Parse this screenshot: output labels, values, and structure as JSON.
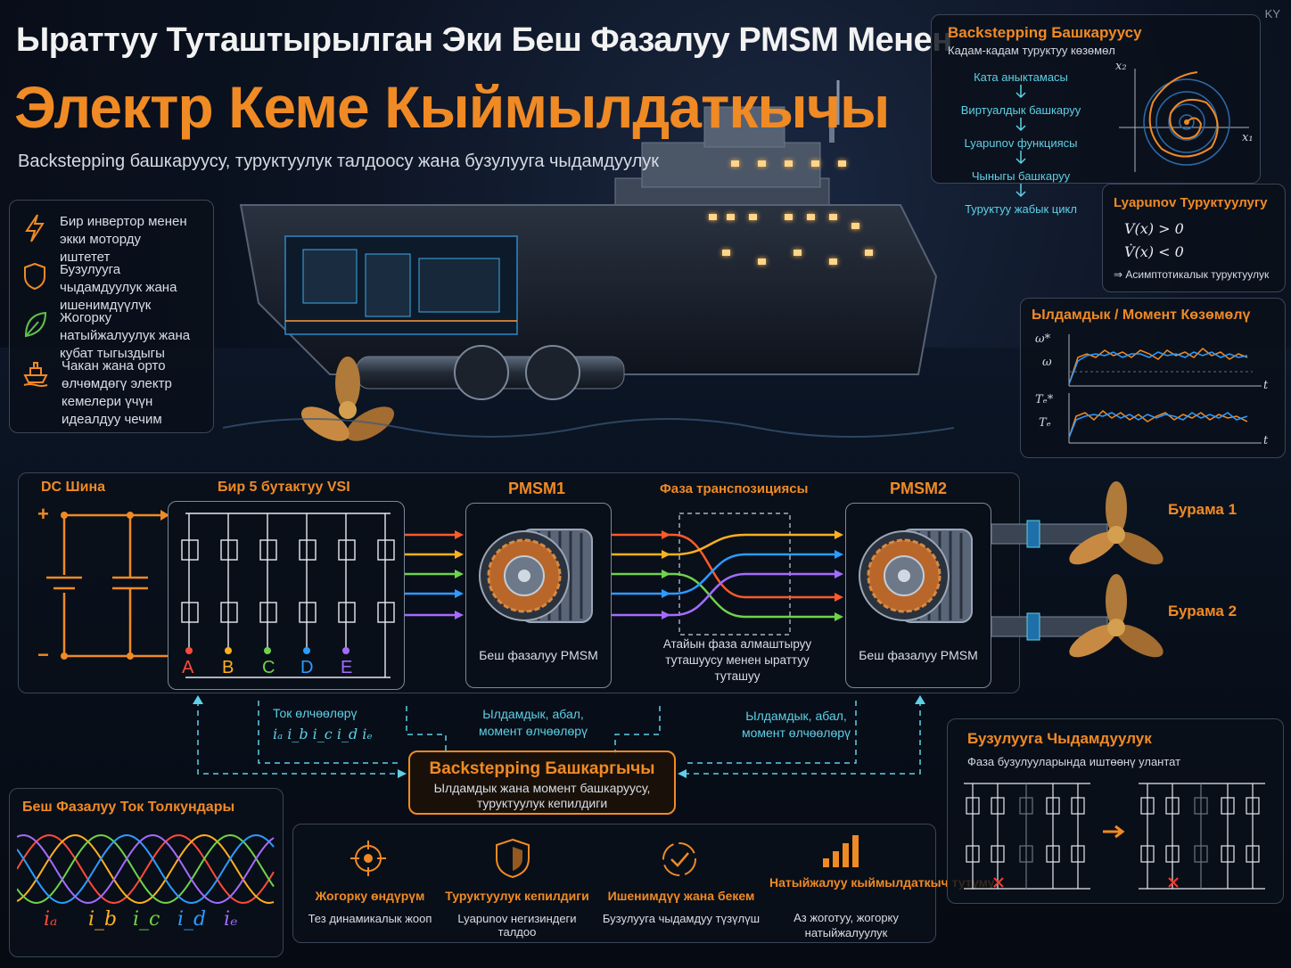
{
  "lang_badge": "KY",
  "header": {
    "title_line1": "Ыраттуу Туташтырылган Эки Беш Фазалуу PMSM Менен",
    "title_line2": "Электр Кеме Кыймылдаткычы",
    "subtitle": "Backstepping башкаруусу, туруктуулук талдоосу жана бузулууга чыдамдуулук"
  },
  "features": [
    {
      "icon": "lightning-icon",
      "text": "Бир инвертор менен экки моторду иштетет"
    },
    {
      "icon": "shield-icon",
      "text": "Бузулууга чыдамдуулук жана ишенимдүүлүк"
    },
    {
      "icon": "leaf-icon",
      "text": "Жогорку натыйжалуулук жана кубат тыгыздыгы"
    },
    {
      "icon": "ship-icon",
      "text": "Чакан жана орто өлчөмдөгү электр кемелери үчүн идеалдуу чечим"
    }
  ],
  "backstepping_panel": {
    "title": "Backstepping Башкаруусу",
    "subtitle": "Кадам-кадам туруктуу көзөмөл",
    "steps": [
      "Ката аныктамасы",
      "Виртуалдык башкаруу",
      "Lyapunov функциясы",
      "Чыныгы башкаруу",
      "Туруктуу жабык цикл"
    ],
    "axis_x": "x₁",
    "axis_y": "x₂"
  },
  "lyapunov_panel": {
    "title": "Lyapunov Туруктуулугу",
    "eq1": "V(x) > 0",
    "eq2": "V̇(x) < 0",
    "result": "⇒ Асимптотикалык туруктуулук"
  },
  "tracking_panel": {
    "title": "Ылдамдык / Момент Көзөмөлү",
    "speed_ref": "ω*",
    "speed": "ω",
    "torque_ref": "Tₑ*",
    "torque": "Tₑ",
    "t_label": "t"
  },
  "circuit": {
    "dc_bus": "DC Шина",
    "plus": "+",
    "minus": "−",
    "vsi": "Бир 5 бутактуу VSI",
    "phases": [
      "A",
      "B",
      "C",
      "D",
      "E"
    ],
    "phase_colors": [
      "#ff4a3a",
      "#ffb020",
      "#6fd34a",
      "#2e9bff",
      "#a56bff"
    ],
    "pmsm1": "PMSM1",
    "pmsm1_desc": "Беш фазалуу PMSM",
    "transposition": "Фаза транспозициясы",
    "transposition_desc": "Атайын фаза алмаштыруу туташуусу менен ыраттуу туташуу",
    "pmsm2": "PMSM2",
    "pmsm2_desc": "Беш фазалуу PMSM",
    "propeller1": "Бурама 1",
    "propeller2": "Бурама 2"
  },
  "measurements": {
    "current_label": "Ток өлчөөлөрү",
    "current_symbols": "iₐ i_b i_c i_d iₑ",
    "speed_label1": "Ылдамдык, абал, момент өлчөөлөрү",
    "speed_label2": "Ылдамдык, абал, момент өлчөөлөрү"
  },
  "controller": {
    "title": "Backstepping Башкаргычы",
    "desc": "Ылдамдык жана момент башкаруусу, туруктуулук кепилдиги"
  },
  "waves_panel": {
    "title": "Беш Фазалуу Ток Толкундары",
    "labels": [
      "iₐ",
      "i_b",
      "i_c",
      "i_d",
      "iₑ"
    ]
  },
  "benefits": [
    {
      "icon": "target-icon",
      "title": "Жогорку өндүрүм",
      "desc": "Тез динамикалык жооп"
    },
    {
      "icon": "shield-check-icon",
      "title": "Туруктуулук кепилдиги",
      "desc": "Lyapunov негизиндеги талдоо"
    },
    {
      "icon": "check-circle-icon",
      "title": "Ишенимдүү жана бекем",
      "desc": "Бузулууга чыдамдуу түзүлүш"
    },
    {
      "icon": "signal-bars-icon",
      "title": "Натыйжалуу кыймылдаткыч тутуму",
      "desc": "Аз жоготуу, жогорку натыйжалуулук"
    }
  ],
  "fault_panel": {
    "title": "Бузулууга Чыдамдуулук",
    "subtitle": "Фаза бузулууларында иштөөнү улантат"
  }
}
